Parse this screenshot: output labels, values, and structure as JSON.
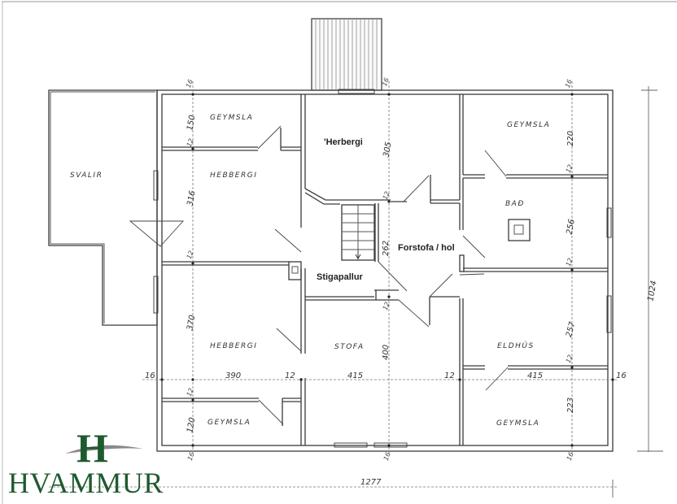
{
  "rooms": {
    "svalir": "SVALIR",
    "geymsla_top_left": "GEYMSLA",
    "herbergi_left_top": "HEBBERGI",
    "herbergi_center_top": "'Herbergi",
    "geymsla_top_right": "GEYMSLA",
    "bad": "BAÐ",
    "forstofa": "Forstofa / hol",
    "stigapallur": "Stigapallur",
    "herbergi_left_bottom": "HEBBERGI",
    "stofa": "STOFA",
    "eldhus": "ELDHÚS",
    "geymsla_bottom_left": "GEYMSLA",
    "geymsla_bottom_right": "GEYMSLA"
  },
  "dimensions": {
    "top_left_wall": "16",
    "top_center_wall": "16",
    "top_right_wall": "16",
    "geymsla_tl_height": "150",
    "wall_12_a": "12",
    "herbergi_lt_height": "316",
    "herbergi_ct_height": "305",
    "wall_12_b": "12",
    "geymsla_tr_height": "220",
    "wall_12_c": "12",
    "bad_height": "256",
    "wall_12_d": "12",
    "forstofa_height": "262",
    "wall_12_e": "12",
    "wall_12_f": "12",
    "herbergi_lb_height": "370",
    "stofa_height": "400",
    "eldhus_height": "257",
    "wall_12_g": "12",
    "left_wall": "16",
    "width_left": "390",
    "wall_12_h": "12",
    "width_center": "415",
    "wall_12_i": "12",
    "width_right": "415",
    "right_wall": "16",
    "wall_12_j": "12",
    "geymsla_bl_height": "120",
    "geymsla_br_height": "223",
    "bottom_left_wall": "16",
    "bottom_center_wall": "16",
    "bottom_right_wall": "16",
    "total_width": "1277",
    "total_height": "1024"
  },
  "logo": {
    "mark": "H",
    "name": "HVAMMUR",
    "color": "#1f5a2e",
    "swoosh_color": "#8a8a8a"
  }
}
